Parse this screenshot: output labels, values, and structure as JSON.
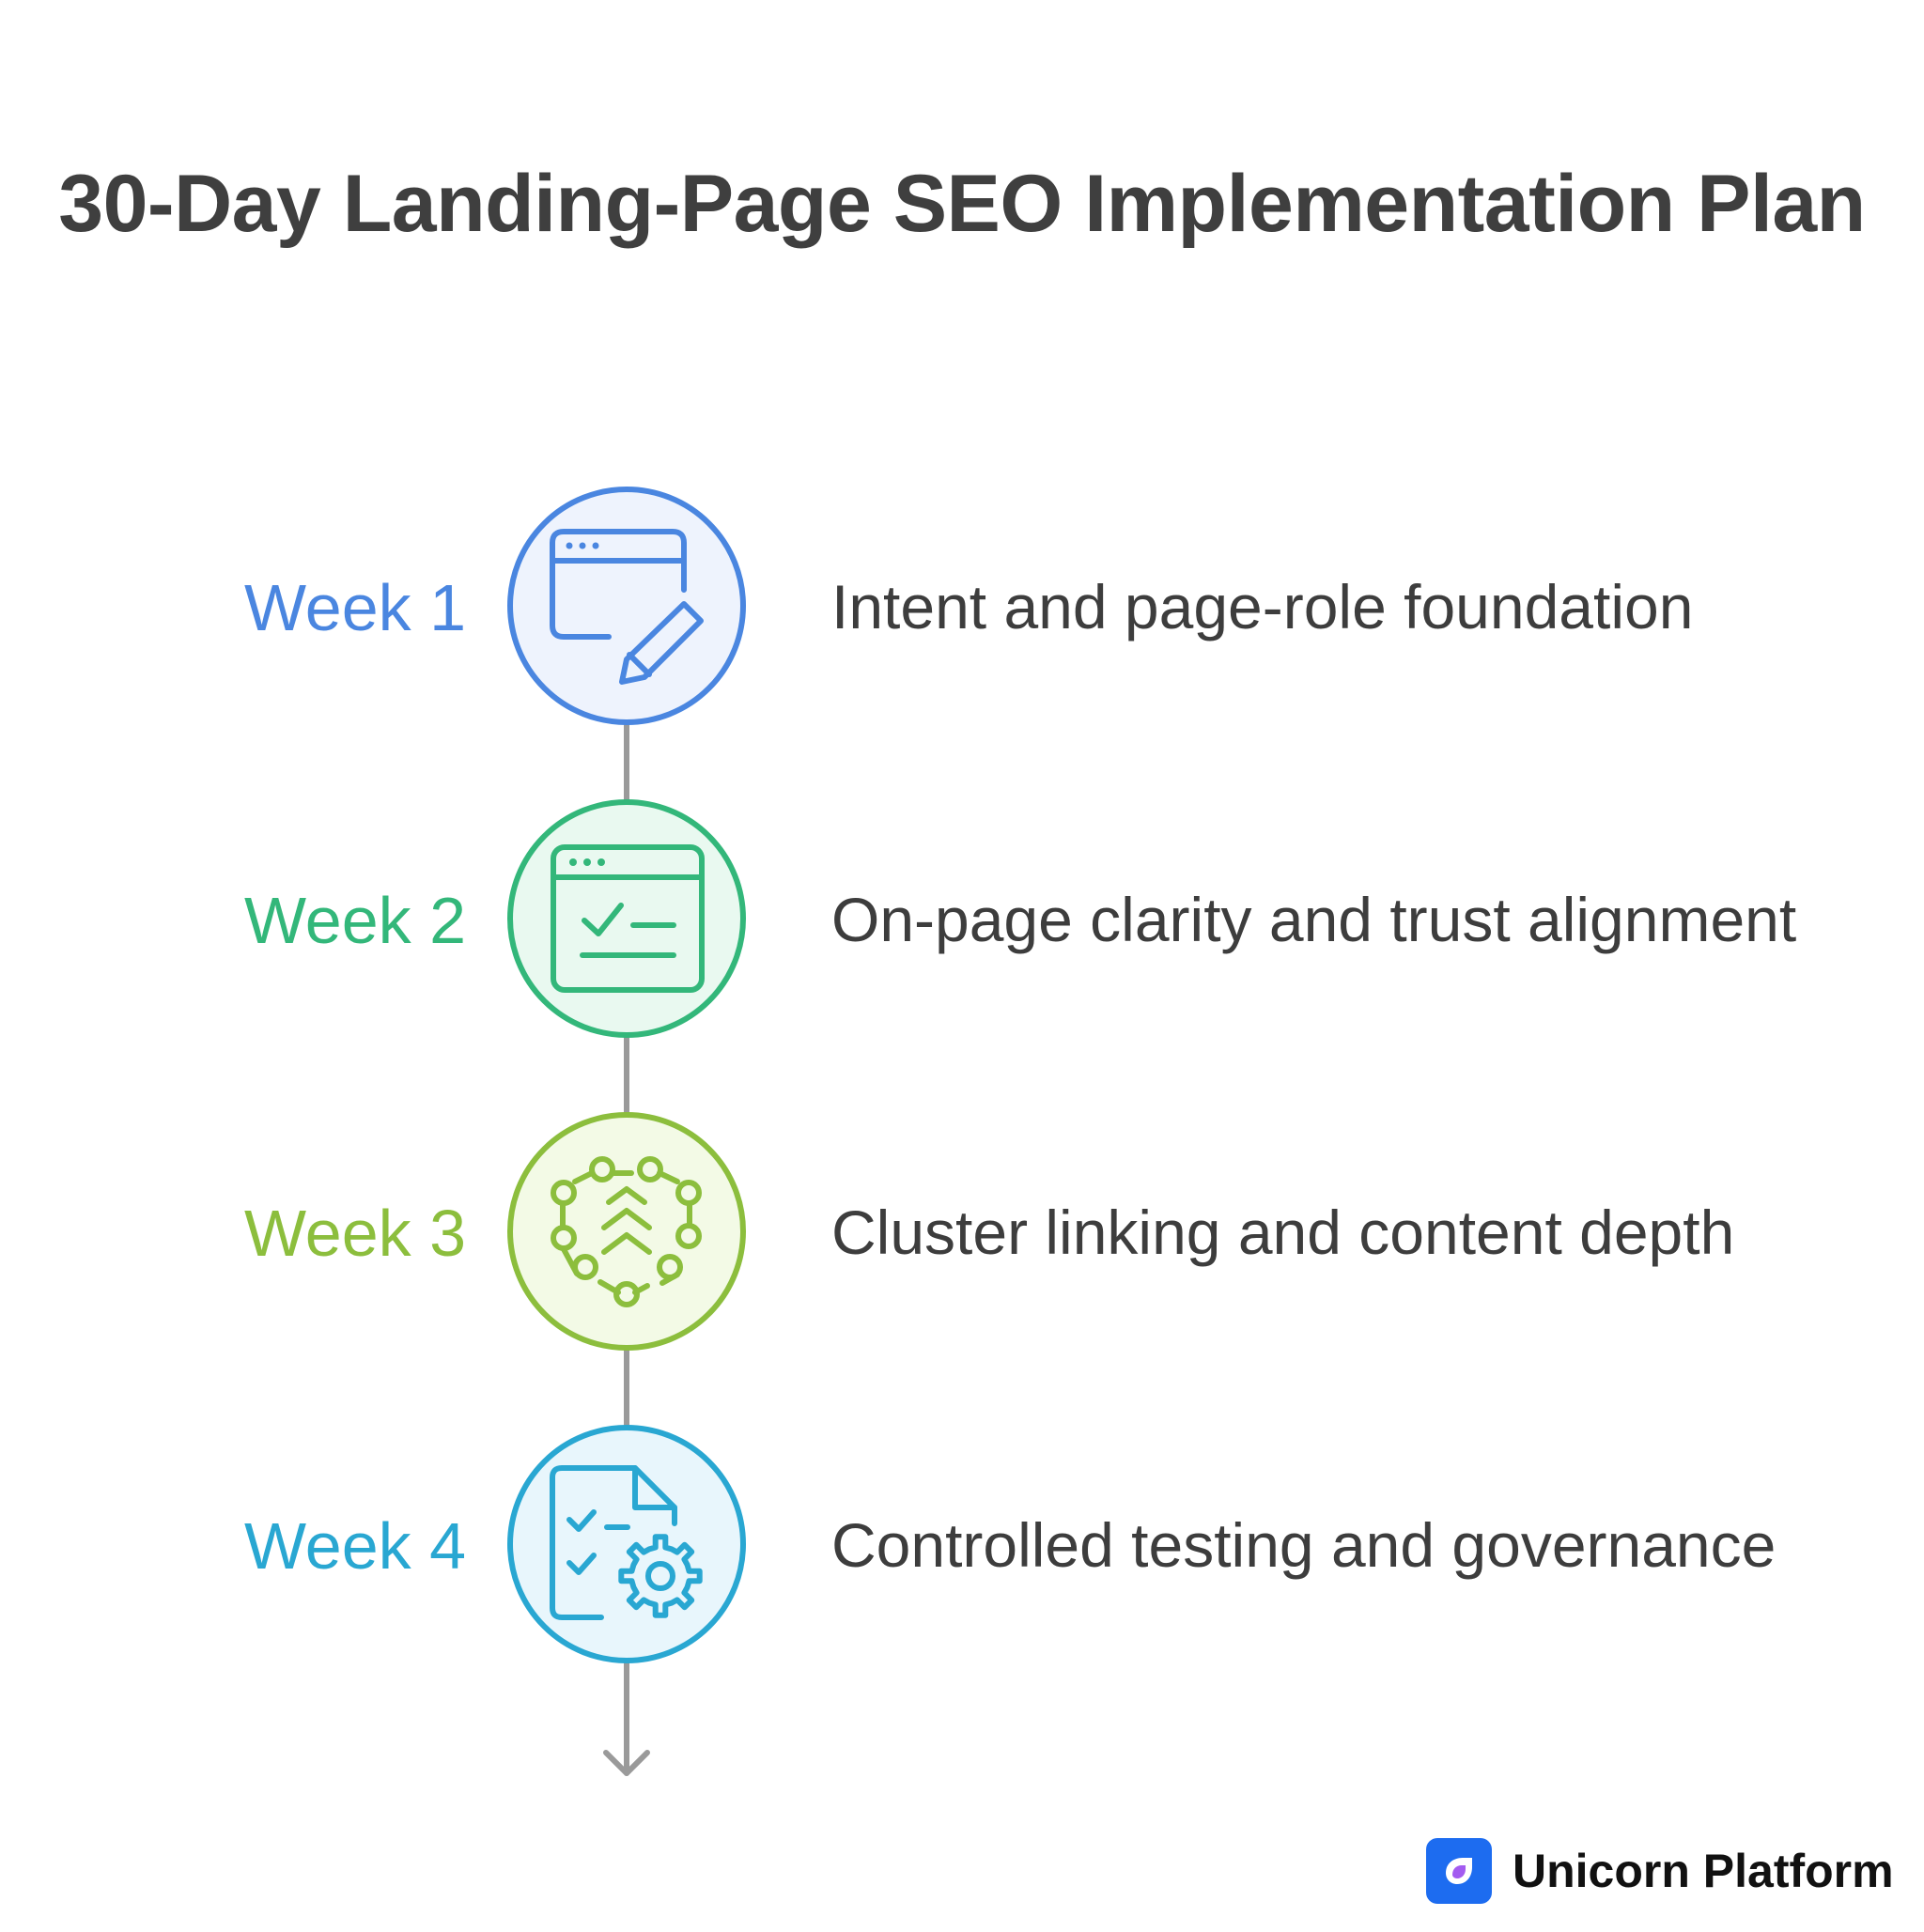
{
  "title": "30-Day Landing-Page SEO Implementation Plan",
  "steps": [
    {
      "label": "Week 1",
      "description": "Intent and page-role foundation",
      "color": "#4a86e0",
      "fill": "#eef3fd",
      "icon": "browser-edit-icon"
    },
    {
      "label": "Week 2",
      "description": "On-page clarity and trust alignment",
      "color": "#33b77a",
      "fill": "#e9f9f0",
      "icon": "browser-checklist-icon"
    },
    {
      "label": "Week 3",
      "description": "Cluster linking and content depth",
      "color": "#8cbe3d",
      "fill": "#f3fae6",
      "icon": "network-chevrons-icon"
    },
    {
      "label": "Week 4",
      "description": "Controlled testing and governance",
      "color": "#29a7d2",
      "fill": "#e8f6fc",
      "icon": "checklist-gear-icon"
    }
  ],
  "connector_color": "#9a9a9a",
  "brand": {
    "name": "Unicorn Platform",
    "logo_color": "#1d6cf0",
    "logo_icon": "unicorn-platform-logo-icon"
  }
}
